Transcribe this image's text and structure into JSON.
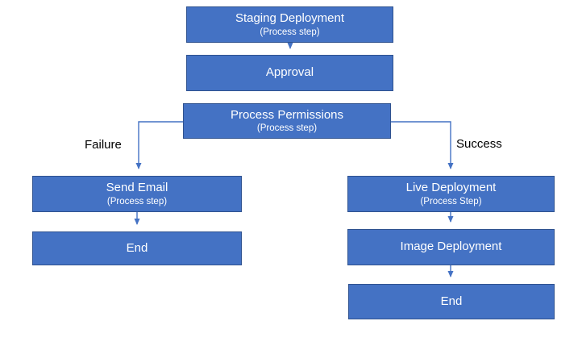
{
  "diagram": {
    "type": "flowchart",
    "colors": {
      "node_fill": "#4472C4",
      "node_border": "#2F528F",
      "connector": "#4472C4",
      "node_text": "#FFFFFF",
      "label_text": "#000000",
      "background": "#FFFFFF"
    },
    "nodes": [
      {
        "id": "staging-deployment",
        "title": "Staging Deployment",
        "subtitle": "(Process step)"
      },
      {
        "id": "approval",
        "title": "Approval",
        "subtitle": ""
      },
      {
        "id": "process-permissions",
        "title": "Process Permissions",
        "subtitle": "(Process step)"
      },
      {
        "id": "send-email",
        "title": "Send Email",
        "subtitle": "(Process step)"
      },
      {
        "id": "end-left",
        "title": "End",
        "subtitle": ""
      },
      {
        "id": "live-deployment",
        "title": "Live Deployment",
        "subtitle": "(Process Step)"
      },
      {
        "id": "image-deployment",
        "title": "Image Deployment",
        "subtitle": ""
      },
      {
        "id": "end-right",
        "title": "End",
        "subtitle": ""
      }
    ],
    "branch_labels": [
      {
        "id": "failure",
        "text": "Failure"
      },
      {
        "id": "success",
        "text": "Success"
      }
    ],
    "edges": [
      {
        "from": "Staging Deployment",
        "to": "Approval",
        "label": ""
      },
      {
        "from": "Process Permissions",
        "to": "Send Email",
        "label": "Failure"
      },
      {
        "from": "Process Permissions",
        "to": "Live Deployment",
        "label": "Success"
      },
      {
        "from": "Send Email",
        "to": "End",
        "label": ""
      },
      {
        "from": "Live Deployment",
        "to": "Image Deployment",
        "label": ""
      },
      {
        "from": "Image Deployment",
        "to": "End",
        "label": ""
      }
    ]
  }
}
